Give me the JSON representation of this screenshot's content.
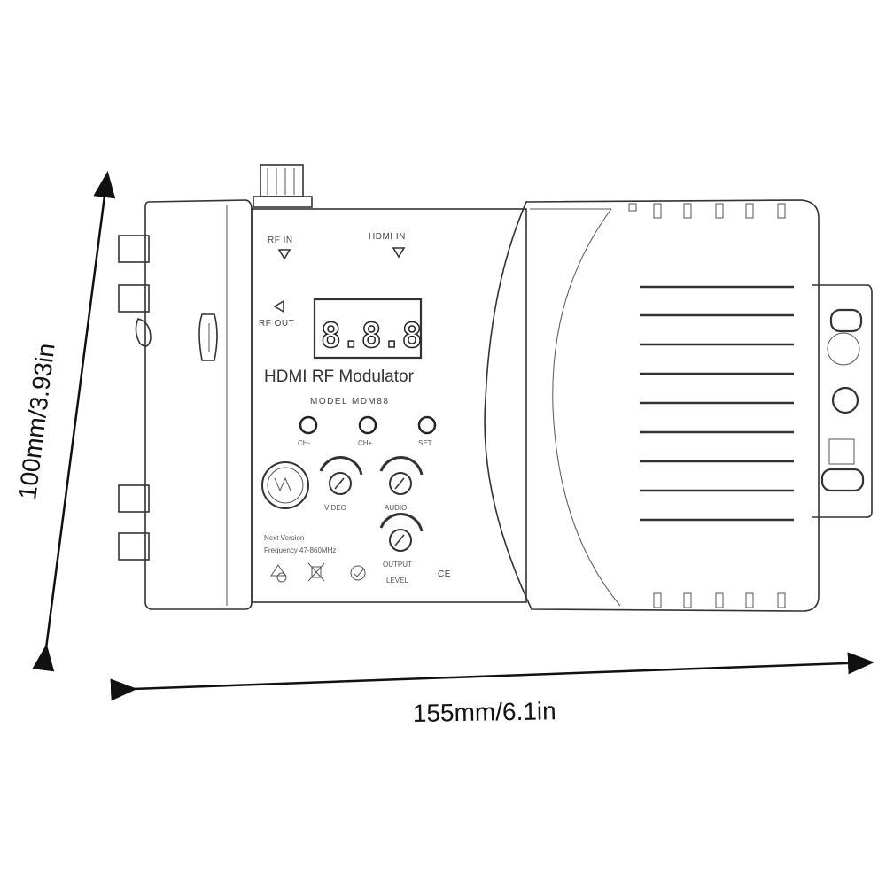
{
  "dimensions": {
    "height_label": "100mm/3.93in",
    "width_label": "155mm/6.1in"
  },
  "device": {
    "input_label": "RF IN",
    "hdmi_label": "HDMI IN",
    "output_label": "RF OUT",
    "display_value": "8.8.8",
    "title": "HDMI RF Modulator",
    "model": "MODEL MDM88",
    "buttons": [
      {
        "label": "CH-"
      },
      {
        "label": "CH+"
      },
      {
        "label": "SET"
      }
    ],
    "knobs": {
      "video_label": "VIDEO",
      "audio_label": "AUDIO",
      "output_label_line1": "OUTPUT",
      "output_label_line2": "LEVEL"
    },
    "info_line1": "Next Version",
    "info_line2": "Frequency 47-860MHz",
    "ce_mark": "CE"
  }
}
